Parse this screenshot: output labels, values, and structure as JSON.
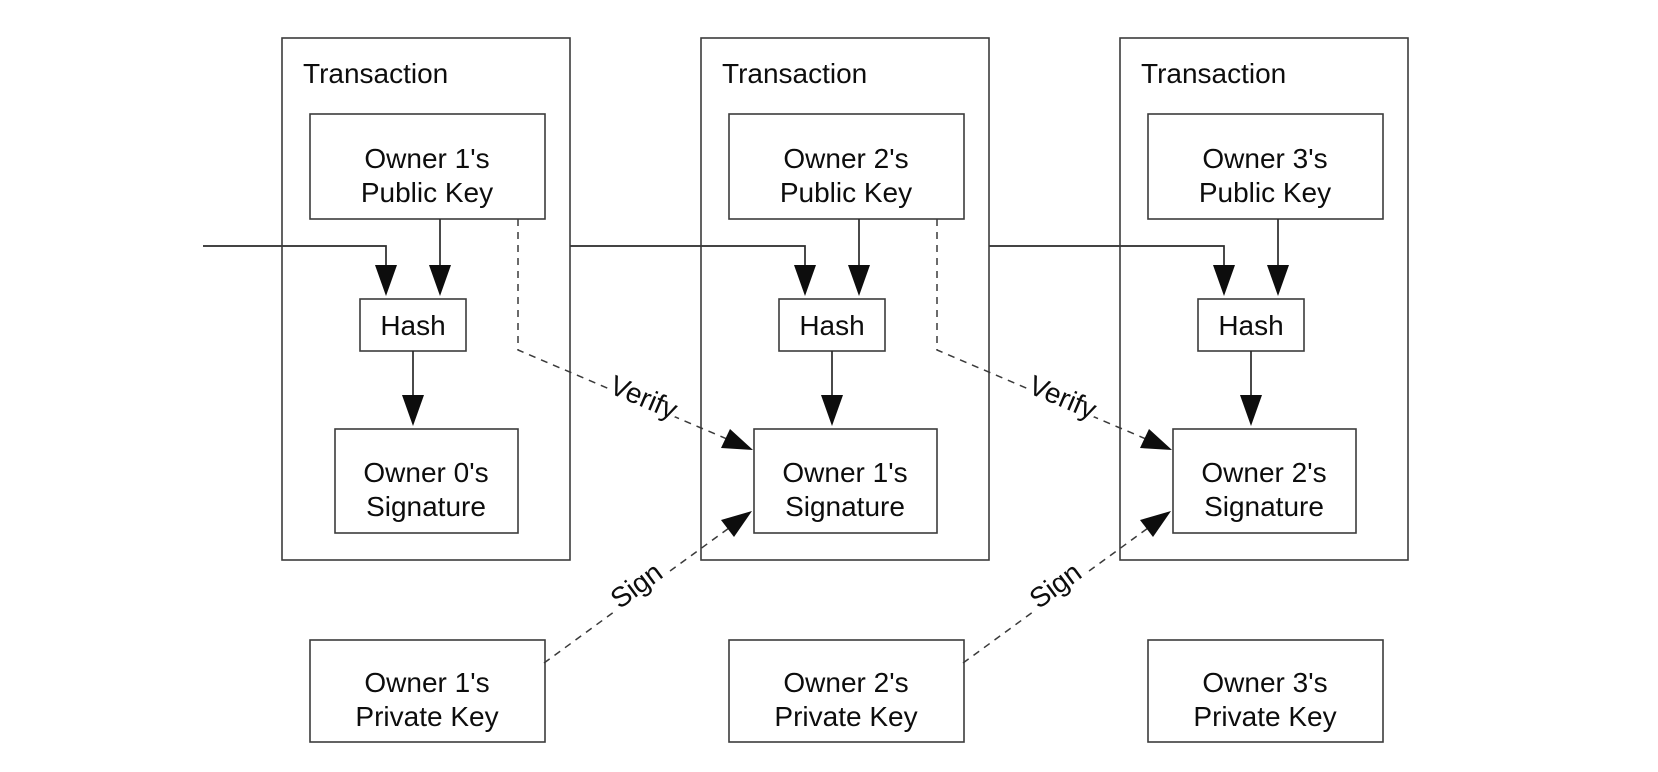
{
  "diagram": {
    "type": "transaction-chain-diagram",
    "transactions": [
      {
        "label": "Transaction",
        "public_key_line1": "Owner 1's",
        "public_key_line2": "Public Key",
        "hash_label": "Hash",
        "signature_line1": "Owner 0's",
        "signature_line2": "Signature",
        "private_key_line1": "Owner 1's",
        "private_key_line2": "Private Key"
      },
      {
        "label": "Transaction",
        "public_key_line1": "Owner 2's",
        "public_key_line2": "Public Key",
        "hash_label": "Hash",
        "signature_line1": "Owner 1's",
        "signature_line2": "Signature",
        "private_key_line1": "Owner 2's",
        "private_key_line2": "Private Key"
      },
      {
        "label": "Transaction",
        "public_key_line1": "Owner 3's",
        "public_key_line2": "Public Key",
        "hash_label": "Hash",
        "signature_line1": "Owner 2's",
        "signature_line2": "Signature",
        "private_key_line1": "Owner 3's",
        "private_key_line2": "Private Key"
      }
    ],
    "edge_labels": {
      "verify": "Verify",
      "sign": "Sign"
    },
    "colors": {
      "background": "#ffffff",
      "box_border": "#3c3c3c",
      "line": "#2a2a2a",
      "arrow_fill": "#0d0d0d",
      "text": "#0d0d0d"
    }
  }
}
